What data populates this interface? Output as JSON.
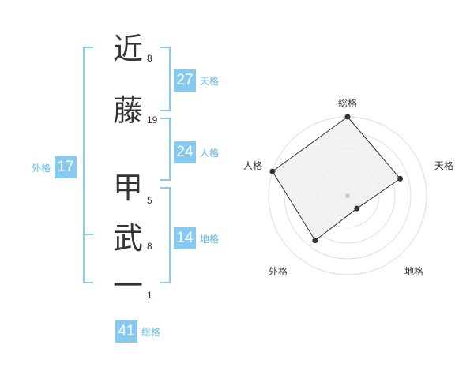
{
  "name_chars": [
    {
      "char": "近",
      "strokes": "8"
    },
    {
      "char": "藤",
      "strokes": "19"
    },
    {
      "char": "甲",
      "strokes": "5"
    },
    {
      "char": "武",
      "strokes": "8"
    },
    {
      "char": "一",
      "strokes": "1"
    }
  ],
  "kakusu": {
    "tenkaku": {
      "value": "27",
      "label": "天格"
    },
    "jinkaku": {
      "value": "24",
      "label": "人格"
    },
    "chikaku": {
      "value": "14",
      "label": "地格"
    },
    "gaikaku": {
      "value": "17",
      "label": "外格"
    },
    "soukaku": {
      "value": "41",
      "label": "総格"
    }
  },
  "colors": {
    "accent": "#86cbef",
    "accent_text": "#5fb8ea",
    "bracket": "#86cbef",
    "text": "#333333",
    "radar_fill": "#f0f0f0",
    "radar_grid": "#dddddd"
  },
  "chart_data": {
    "type": "radar",
    "axes": [
      "総格",
      "天格",
      "地格",
      "外格",
      "人格"
    ],
    "levels": 5,
    "values": [
      5,
      3.5,
      1,
      3.5,
      5
    ],
    "max": 5
  }
}
